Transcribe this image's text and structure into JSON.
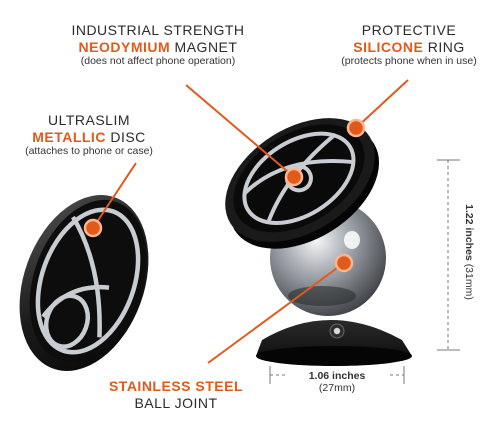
{
  "colors": {
    "accent": "#e05a1c",
    "text": "#2b2b2b",
    "product": "#111111",
    "steel": "#b8bcc2"
  },
  "callouts": {
    "magnet": {
      "line1": "INDUSTRIAL STRENGTH",
      "accent": "NEODYMIUM",
      "rest": " MAGNET",
      "note": "(does not affect phone operation)"
    },
    "ring": {
      "line1": "PROTECTIVE",
      "accent": "SILICONE",
      "rest": " RING",
      "note": "(protects phone when in use)"
    },
    "disc": {
      "line1": "ULTRASLIM",
      "accent": "METALLIC",
      "rest": " DISC",
      "note": "(attaches to phone or case)"
    },
    "ball": {
      "accent": "STAINLESS STEEL",
      "line2": "BALL JOINT"
    }
  },
  "dimensions": {
    "height_label": "1.22 inches",
    "height_mm": "(31mm)",
    "width_label": "1.06 inches",
    "width_mm": "(27mm)"
  }
}
